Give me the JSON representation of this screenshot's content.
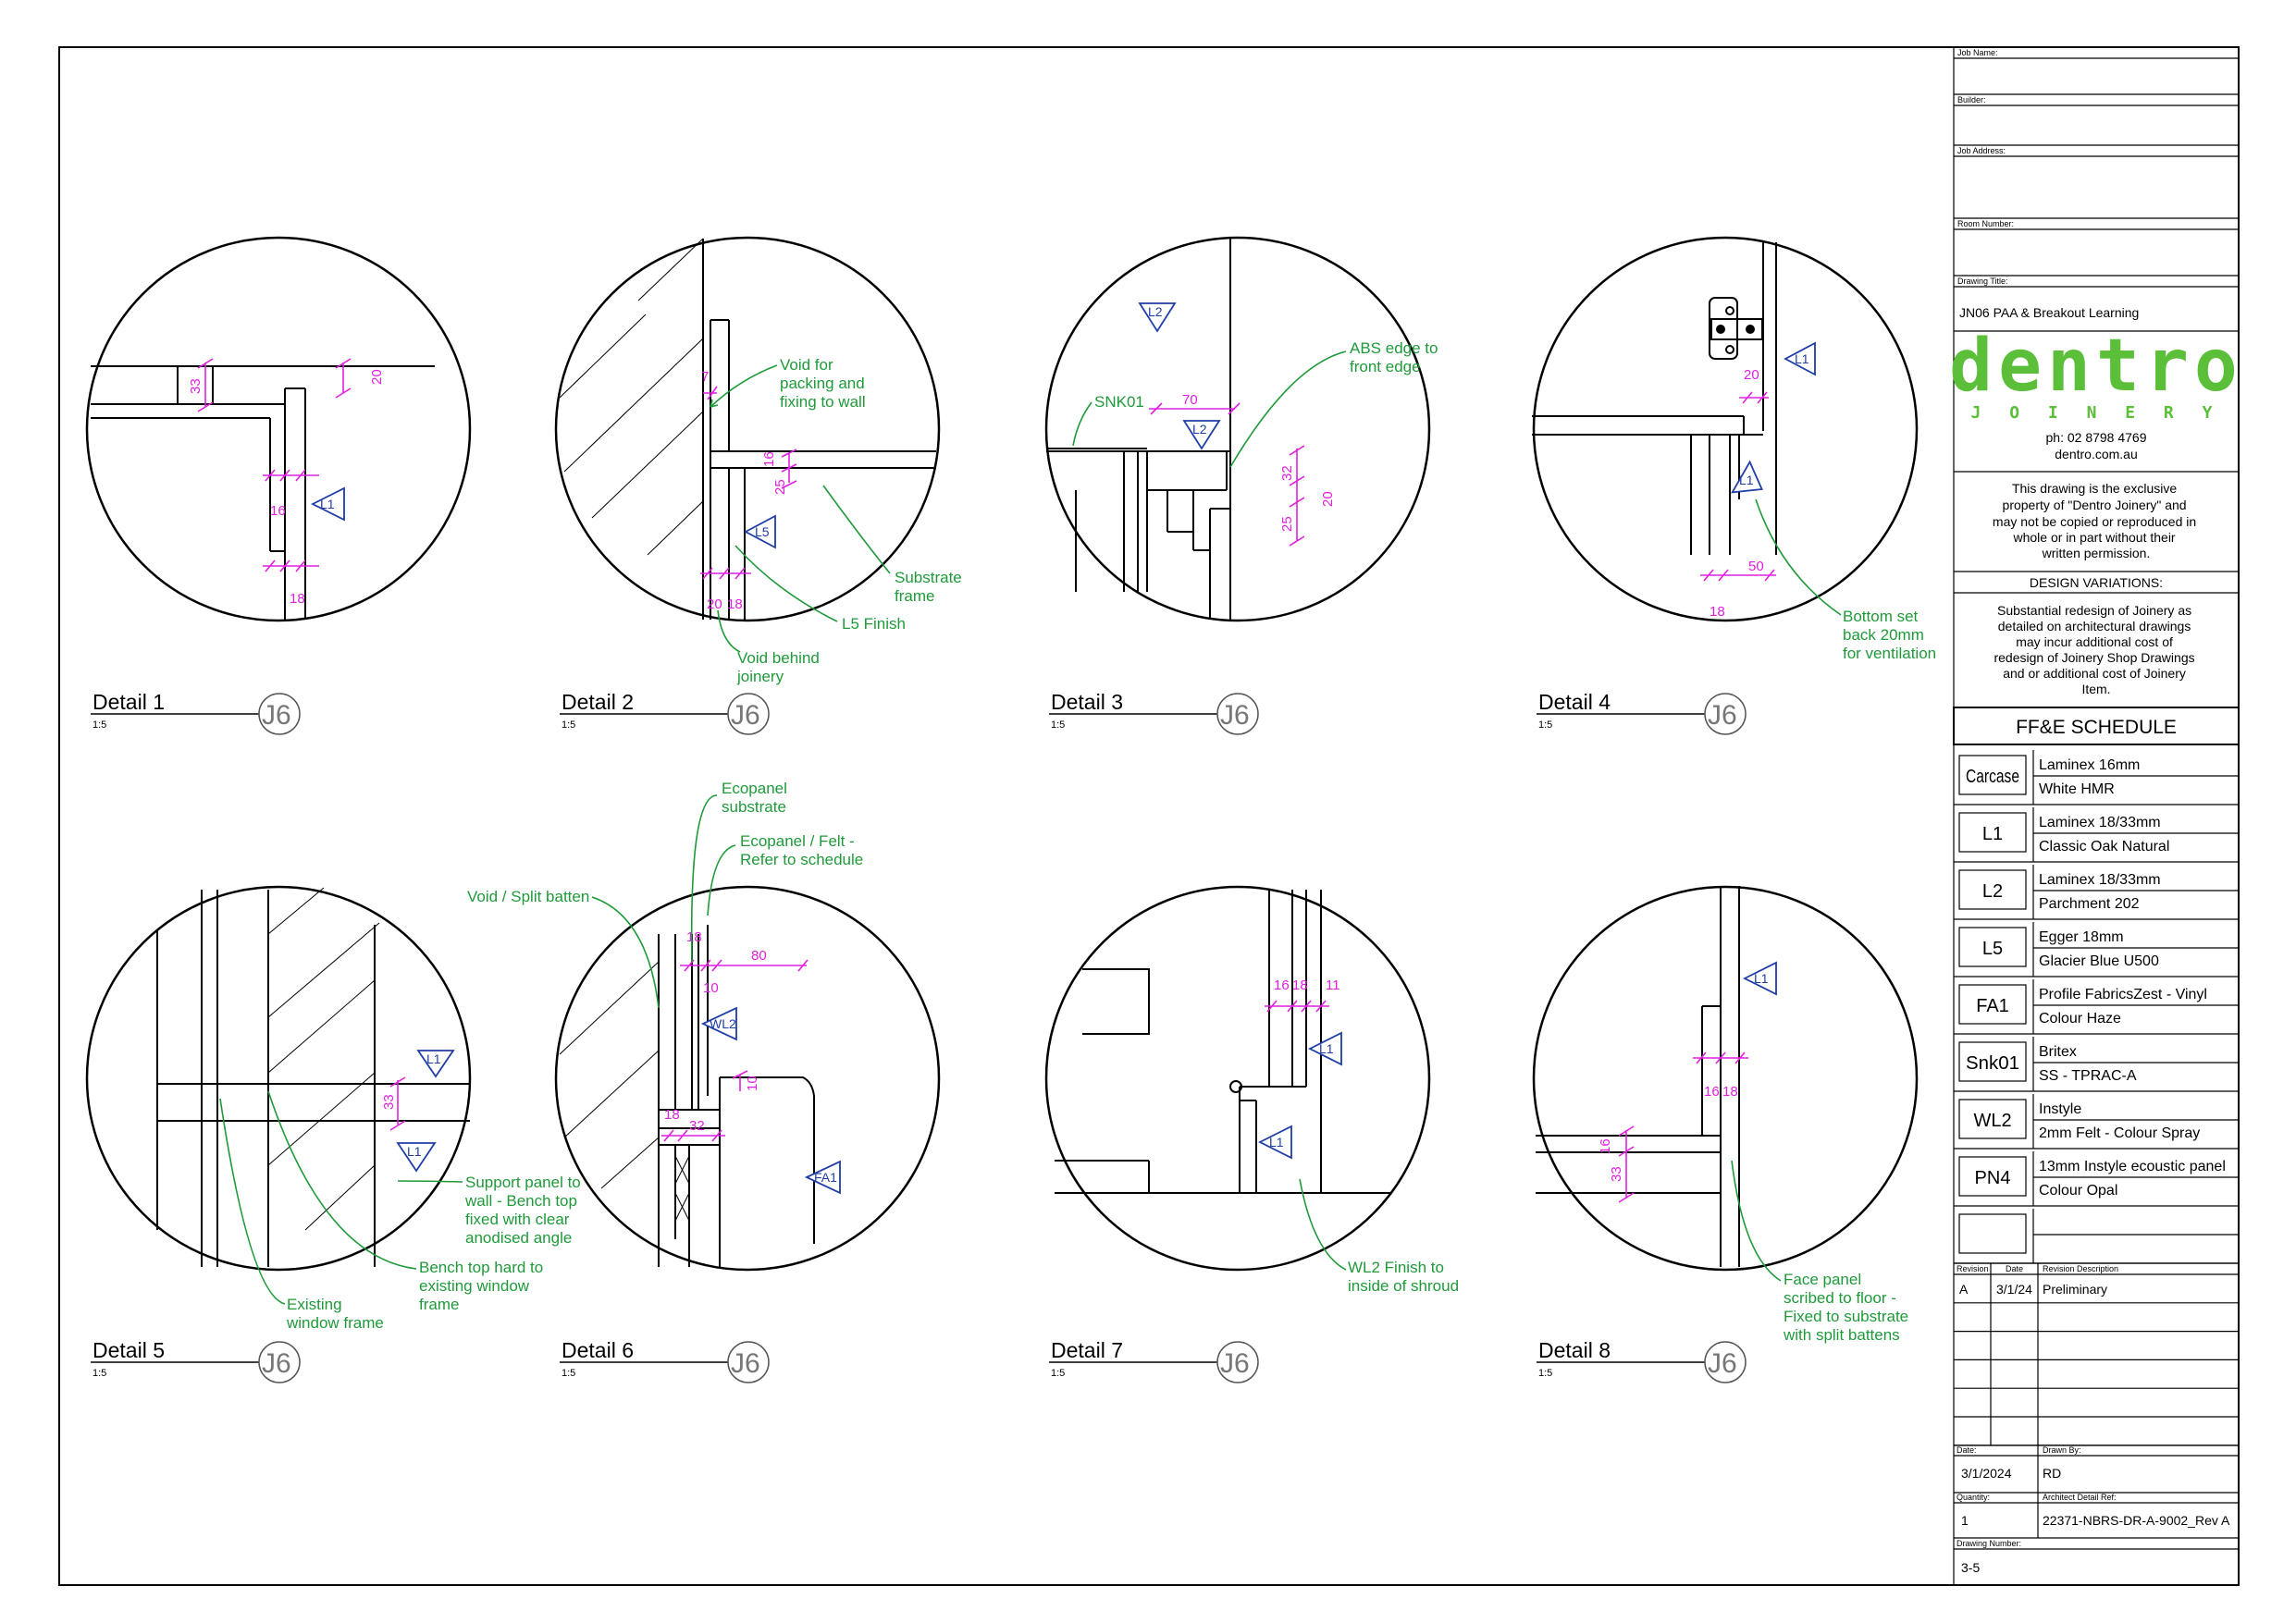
{
  "details": [
    {
      "title": "Detail 1",
      "scale": "1:5",
      "ref": "J6"
    },
    {
      "title": "Detail 2",
      "scale": "1:5",
      "ref": "J6"
    },
    {
      "title": "Detail 3",
      "scale": "1:5",
      "ref": "J6"
    },
    {
      "title": "Detail 4",
      "scale": "1:5",
      "ref": "J6"
    },
    {
      "title": "Detail 5",
      "scale": "1:5",
      "ref": "J6"
    },
    {
      "title": "Detail 6",
      "scale": "1:5",
      "ref": "J6"
    },
    {
      "title": "Detail 7",
      "scale": "1:5",
      "ref": "J6"
    },
    {
      "title": "Detail 8",
      "scale": "1:5",
      "ref": "J6"
    }
  ],
  "callouts": {
    "d2_void_packing": [
      "Void for",
      "packing and",
      "fixing to wall"
    ],
    "d2_substrate": [
      "Substrate",
      "frame"
    ],
    "d2_l5_finish": [
      "L5 Finish"
    ],
    "d2_void_behind": [
      "Void behind",
      "joinery"
    ],
    "d3_snk01": [
      "SNK01"
    ],
    "d3_abs": [
      "ABS edge to",
      "front edge"
    ],
    "d4_bottom": [
      "Bottom set",
      "back 20mm",
      "for ventilation"
    ],
    "d5_support": [
      "Support panel to",
      "wall - Bench top",
      "fixed with clear",
      "anodised angle"
    ],
    "d5_bench": [
      "Bench top hard to",
      "existing window",
      "frame"
    ],
    "d5_existing": [
      "Existing",
      "window frame"
    ],
    "d6_void_split": [
      "Void / Split batten"
    ],
    "d6_ecopanel_sub": [
      "Ecopanel",
      "substrate"
    ],
    "d6_ecopanel_felt": [
      "Ecopanel / Felt -",
      "Refer to schedule"
    ],
    "d7_wl2": [
      "WL2 Finish to",
      "inside of shroud"
    ],
    "d8_face": [
      "Face panel",
      "scribed to floor -",
      "Fixed to substrate",
      "with split battens"
    ]
  },
  "dims": {
    "d1": [
      "33",
      "20",
      "16",
      "18"
    ],
    "d2": [
      "7",
      "16",
      "25",
      "20",
      "18"
    ],
    "d3": [
      "70",
      "32",
      "25",
      "20"
    ],
    "d4": [
      "20",
      "50",
      "18"
    ],
    "d5": [
      "33"
    ],
    "d6": [
      "18",
      "10",
      "80",
      "10",
      "18",
      "32"
    ],
    "d7": [
      "16",
      "18",
      "11"
    ],
    "d8": [
      "16",
      "18",
      "16",
      "33"
    ]
  },
  "tags": {
    "d1": [
      "L1"
    ],
    "d2": [
      "L5"
    ],
    "d3": [
      "L2",
      "L2"
    ],
    "d4": [
      "L1",
      "L1"
    ],
    "d5": [
      "L1",
      "L1"
    ],
    "d6": [
      "WL2",
      "FA1"
    ],
    "d7": [
      "L1",
      "L1"
    ],
    "d8": [
      "L1"
    ]
  },
  "title_block": {
    "job_name_label": "Job Name:",
    "builder_label": "Builder:",
    "job_address_label": "Job Address:",
    "room_number_label": "Room Number:",
    "drawing_title_label": "Drawing Title:",
    "drawing_title": "JN06 PAA & Breakout Learning",
    "logo_word": "dentro",
    "logo_sub": "J O I N E R Y",
    "phone": "ph:  02  8798 4769",
    "website": "dentro.com.au",
    "notice": [
      "This drawing is the exclusive",
      "property of \"Dentro Joinery\" and",
      "may not be copied or reproduced in",
      "whole or in part without their",
      "written permission."
    ],
    "design_variations_label": "DESIGN VARIATIONS:",
    "design_variations": [
      "Substantial redesign of Joinery as",
      "detailed on architectural drawings",
      "may incur additional cost of",
      "redesign of Joinery Shop Drawings",
      "and or additional cost of Joinery",
      "Item."
    ],
    "ffe_title": "FF&E SCHEDULE",
    "ffe": [
      {
        "code": "Carcase",
        "line1": "Laminex 16mm",
        "line2": "White HMR"
      },
      {
        "code": "L1",
        "line1": "Laminex 18/33mm",
        "line2": "Classic Oak Natural"
      },
      {
        "code": "L2",
        "line1": "Laminex 18/33mm",
        "line2": "Parchment 202"
      },
      {
        "code": "L5",
        "line1": "Egger 18mm",
        "line2": "Glacier Blue U500"
      },
      {
        "code": "FA1",
        "line1": "Profile FabricsZest - Vinyl",
        "line2": "Colour Haze"
      },
      {
        "code": "Snk01",
        "line1": "Britex",
        "line2": "SS - TPRAC-A"
      },
      {
        "code": "WL2",
        "line1": "Instyle",
        "line2": "2mm Felt - Colour Spray"
      },
      {
        "code": "PN4",
        "line1": "13mm Instyle ecoustic panel",
        "line2": "Colour Opal"
      },
      {
        "code": "",
        "line1": "",
        "line2": ""
      }
    ],
    "rev_headers": [
      "Revision",
      "Date",
      "Revision Description"
    ],
    "revisions": [
      {
        "rev": "A",
        "date": "3/1/24",
        "desc": "Preliminary"
      },
      {
        "rev": "",
        "date": "",
        "desc": ""
      },
      {
        "rev": "",
        "date": "",
        "desc": ""
      },
      {
        "rev": "",
        "date": "",
        "desc": ""
      },
      {
        "rev": "",
        "date": "",
        "desc": ""
      },
      {
        "rev": "",
        "date": "",
        "desc": ""
      }
    ],
    "date_label": "Date:",
    "date": "3/1/2024",
    "drawn_by_label": "Drawn By:",
    "drawn_by": "RD",
    "quantity_label": "Quantity:",
    "quantity": "1",
    "arch_ref_label": "Architect Detail Ref:",
    "arch_ref": "22371-NBRS-DR-A-9002_Rev A",
    "drawing_number_label": "Drawing Number:",
    "drawing_number": "3-5"
  }
}
